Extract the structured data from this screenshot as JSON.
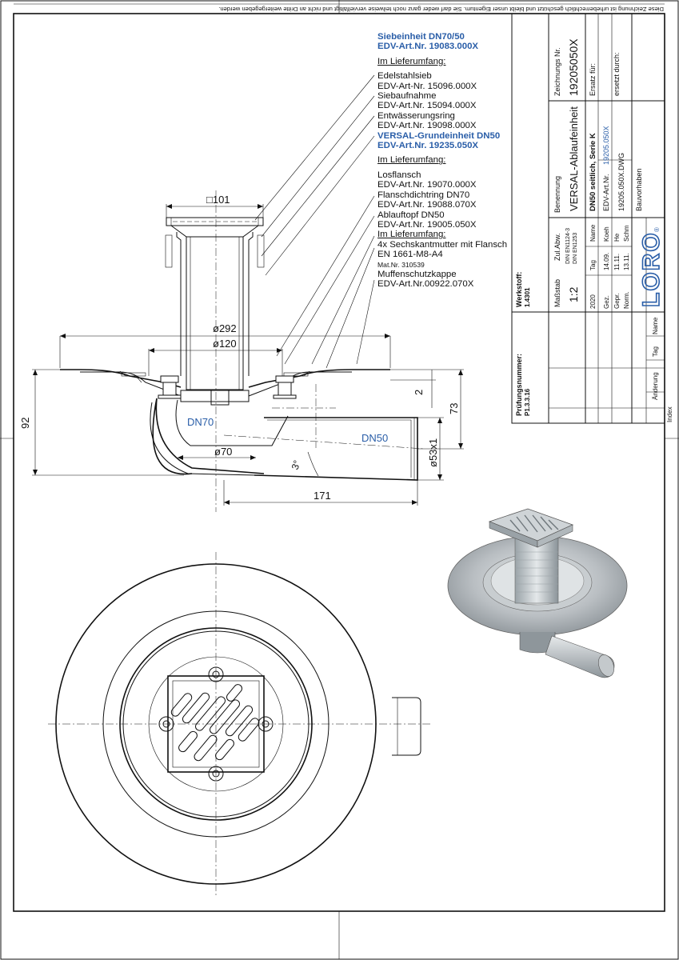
{
  "notice": "Diese Zeichnung ist urheberrechtlich geschützt und bleibt unser Eigentum. Sie darf weder ganz noch teilweise vervielfältigt und nicht an Dritte weitergegeben werden.",
  "parts": {
    "l1": "Siebeinheit DN70/50",
    "l2": "EDV-Art.Nr. 19083.000X",
    "l3": "Im Lieferumfang:",
    "l4": "Edelstahlsieb",
    "l5": "EDV-Art-Nr. 15096.000X",
    "l6": "Siebaufnahme",
    "l7": "EDV-Art.Nr. 15094.000X",
    "l8": "Entwässerungsring",
    "l9": "EDV-Art.Nr. 19098.000X",
    "l10": "VERSAL-Grundeinheit DN50",
    "l11": "EDV-Art.Nr. 19235.050X",
    "l12": "Im Lieferumfang:",
    "l13": "Losflansch",
    "l14": "EDV-Art.Nr. 19070.000X",
    "l15": "Flanschdichtring DN70",
    "l16": "EDV-Art.Nr. 19088.070X",
    "l17": "Ablauftopf DN50",
    "l18": "EDV-Art.Nr. 19005.050X",
    "l19": "Im Lieferumfang:",
    "l20": "4x Sechskantmutter mit Flansch",
    "l21": "EN 1661-M8-A4",
    "l22": "Mat.Nr. 310539",
    "l23": "Muffenschutzkappe",
    "l24": "EDV-Art.Nr.00922.070X"
  },
  "dims": {
    "d101": "□101",
    "d292": "ø292",
    "d120": "ø120",
    "d70": "ø70",
    "d53": "ø53x1",
    "d171": "171",
    "d92": "92",
    "d73": "73",
    "d2": "2",
    "ang": "3°",
    "dn70": "DN70",
    "dn50": "DN50"
  },
  "title_block": {
    "pruef_label": "Prüfungsnummer:",
    "pruef_value": "P1.3.3.16",
    "werk_label": "Werkstoff:",
    "werk_value": "1.4301",
    "massstab_label": "Maßstab",
    "massstab_value": "1:2",
    "zul_label": "Zul.Abw.",
    "zul_norm1": "DIN EN1124-3",
    "zul_norm2": "DIN EN1253",
    "benennung_label": "Benennung",
    "benennung_value": "VERSAL-Ablaufeinheit",
    "zeichnung_label": "Zeichnungs Nr.",
    "zeichnung_value": "19205050X",
    "ersatz_label": "Ersatz für:",
    "ersetzt_label": "ersetzt durch:",
    "subtitle": "DN50 seitlich, Serie K",
    "edv_prefix": "EDV-Art.Nr.",
    "edv_value": "19205.050X",
    "dwg": "19205.050X.DWG",
    "bauvorhaben": "Bauvorhaben",
    "year": "2020",
    "tag_h": "Tag",
    "name_h": "Name",
    "row_gez": "Gez.",
    "row_gepr": "Gepr.",
    "row_norm": "Norm.",
    "gez_tag": "14.09.",
    "gez_name": "Koeh",
    "gepr_tag": "11.11.",
    "gepr_name": "He",
    "norm_tag": "13.11.",
    "norm_name": "Schm",
    "rev_name": "Name",
    "rev_tag": "Tag",
    "rev_change": "Änderung",
    "rev_index": "Index",
    "logo": "LORO",
    "reg": "®"
  },
  "colors": {
    "accent_blue": "#2a5ea8",
    "line": "#111111",
    "steel_light": "#d6dadd",
    "steel_dark": "#7d858c"
  }
}
